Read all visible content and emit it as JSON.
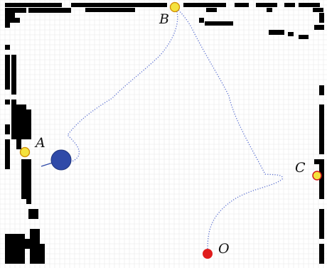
{
  "map": {
    "grid_color": "#e8e8e8",
    "obstacle_color": "#000000",
    "path_color": "#5a6fd0",
    "robot_color": "#2f4aa8",
    "heading_color": "#2f4aa8"
  },
  "waypoints": [
    {
      "id": "A",
      "label": "A",
      "fill": "#f4e23c",
      "stroke": "#d08a00"
    },
    {
      "id": "B",
      "label": "B",
      "fill": "#f4e23c",
      "stroke": "#d08a00"
    },
    {
      "id": "C",
      "label": "C",
      "fill": "#f4e23c",
      "stroke": "#d01818"
    },
    {
      "id": "O",
      "label": "O",
      "fill": "#e01c1c",
      "stroke": "#e01c1c"
    }
  ],
  "robot": {
    "name": "robot"
  }
}
